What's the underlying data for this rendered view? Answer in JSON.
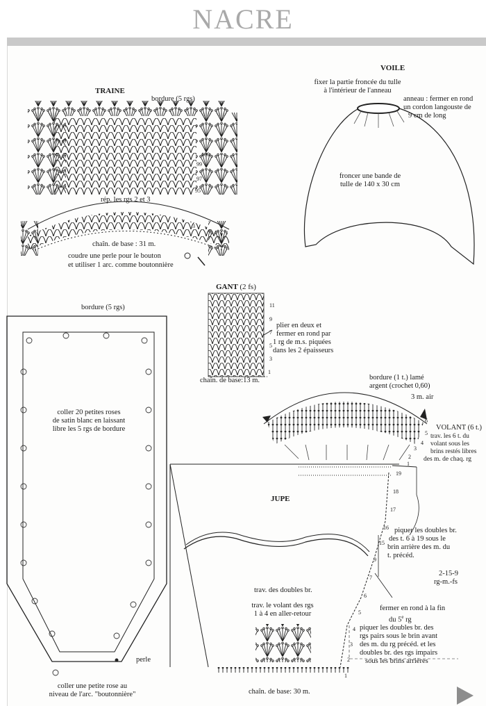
{
  "page_title": "NACRE",
  "traine": {
    "title": "TRAINE",
    "bordure": "bordure (5 rgs)",
    "rep": "rép. les rgs 2 et 3",
    "chain": "chaîn. de base : 31 m.",
    "coudre_1": "coudre une perle pour  le bouton",
    "coudre_2": "et utiliser 1 arc. comme boutonnière",
    "row_100": "100",
    "row_99": "99",
    "row_97": "97",
    "row_95": "95",
    "row_3": "3"
  },
  "voile": {
    "title": "VOILE",
    "fixer_1": "fixer la partie froncée du tulle",
    "fixer_2": "à l'intérieur de l'anneau",
    "anneau_1": "anneau : fermer en rond",
    "anneau_2": "un cordon langouste de",
    "anneau_3": "9 cm de long",
    "froncer_1": "froncer une bande de",
    "froncer_2": "tulle de 140 x 30 cm"
  },
  "gant": {
    "title": "GANT",
    "title_suffix": "(2 fs)",
    "plier_1": "plier en deux et",
    "plier_2": "fermer en rond par",
    "plier_3": "1 rg de m.s. piquées",
    "plier_4": "dans les 2 épaisseurs",
    "chain": "chaîn. de base:13 m.",
    "rows": [
      "11",
      "9",
      "7",
      "5",
      "3",
      "1"
    ]
  },
  "panel": {
    "bordure": "bordure (5 rgs)",
    "coller_1": "coller 20 petites roses",
    "coller_2": "de satin blanc en laissant",
    "coller_3": "libre les 5 rgs de bordure",
    "perle": "perle",
    "rose_1": "coller une petite rose au",
    "rose_2": "niveau de l'arc. \"boutonnière\""
  },
  "jupe": {
    "title": "JUPE",
    "bordure_1": "bordure (1 t.) lamé",
    "bordure_2": "argent (crochet 0,60)",
    "air": "3 m. air",
    "volant_1": "VOLANT (6 t.)",
    "volant_2": "trav. les 6 t. du",
    "volant_3": "volant sous les",
    "volant_4": "brins restés libres",
    "volant_5": "des m. de chaq. rg",
    "piquer_1": "piquer les doubles br.",
    "piquer_2": "des t. 6 à 19 sous le",
    "piquer_3": "brin arrière des m. du",
    "piquer_4": "t. précéd.",
    "sizes_1": "2-15-9",
    "sizes_2": "rg-m.-fs",
    "fermer_1": "fermer en rond à la fin",
    "fermer_2": "du 5",
    "fermer_sup": "e",
    "fermer_3": " rg",
    "pairs_1": "piquer les doubles br. des",
    "pairs_2": "rgs pairs sous le brin avant",
    "pairs_3": "des m. du rg précéd. et les",
    "pairs_4": "doubles br. des rgs impairs",
    "pairs_5": "sous les brins arrières",
    "trav_doubles": "trav. des doubles br.",
    "trav_volant_1": "trav. le volant des rgs",
    "trav_volant_2": "1 à 4 en aller-retour",
    "chain": "chaîn. de base: 30 m.",
    "rows": [
      "19",
      "18",
      "17",
      "16",
      "15",
      "9",
      "7",
      "6",
      "5",
      "4",
      "3",
      "2",
      "1"
    ],
    "volant_rows": [
      "6",
      "5",
      "4",
      "3",
      "2",
      "1"
    ]
  },
  "nav": {
    "next_icon": "triangle-right-icon"
  }
}
